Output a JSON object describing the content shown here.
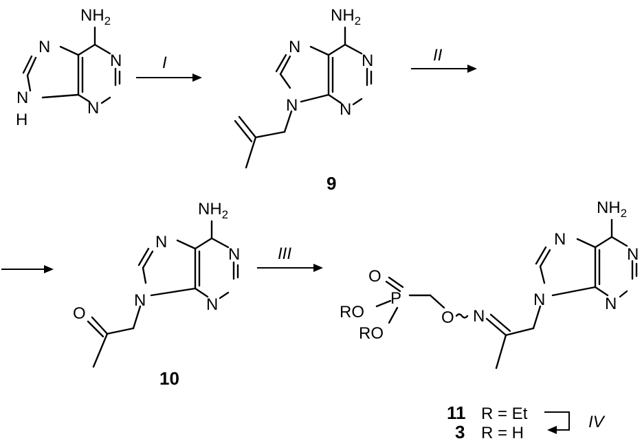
{
  "atoms": {
    "amine_N": "NH",
    "amine_sub": "2",
    "N": "N",
    "NH": "N",
    "H": "H",
    "O": "O",
    "P": "P",
    "RO": "RO"
  },
  "conditions": {
    "step1": "I",
    "step2": "II",
    "step3": "III",
    "step4": "IV"
  },
  "compounds": {
    "c9": "9",
    "c10": "10",
    "c11": "11",
    "c3": "3"
  },
  "substituents": {
    "r11": "R = Et",
    "r3": "R = H"
  }
}
